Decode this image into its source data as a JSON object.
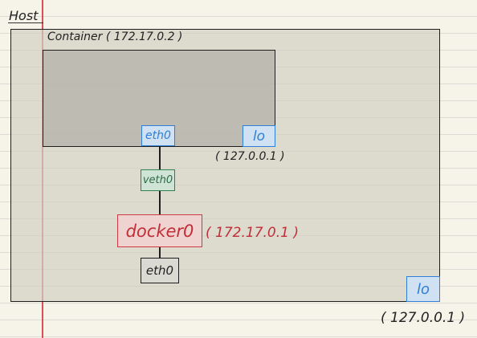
{
  "host": {
    "label": "Host"
  },
  "container": {
    "label": "Container ( 172.17.0.2 )",
    "eth0_label": "eth0",
    "lo_label": "lo",
    "lo_address": "( 127.0.0.1 )"
  },
  "veth": {
    "label": "veth0"
  },
  "docker0": {
    "label": "docker0",
    "address": "( 172.17.0.1 )"
  },
  "host_eth0": {
    "label": "eth0"
  },
  "host_lo": {
    "label": "lo",
    "address": "( 127.0.0.1 )"
  },
  "colors": {
    "interface_blue": "#2f7fd6",
    "veth_green": "#2e8050",
    "bridge_red": "#c22e38",
    "margin_red": "#d8505a"
  }
}
